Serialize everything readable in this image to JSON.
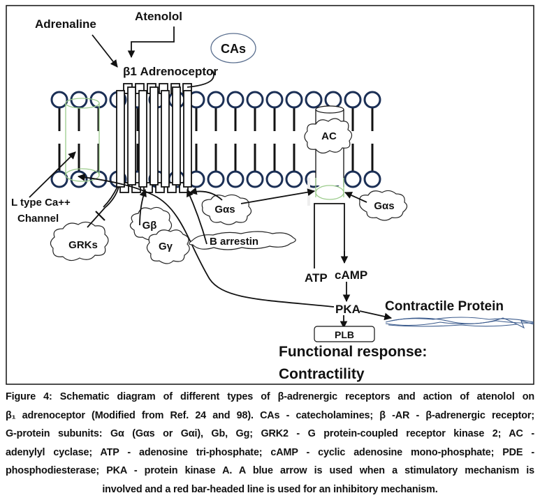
{
  "figure": {
    "labels": {
      "adrenaline": "Adrenaline",
      "atenolol": "Atenolol",
      "cas": "CAs",
      "beta1_adrenoceptor": "β1 Adrenoceptor",
      "ac": "AC",
      "l_type_line1": "L type Ca++",
      "l_type_line2": "Channel",
      "gas_left": "Gαs",
      "gas_right": "Gαs",
      "gbeta": "Gβ",
      "ggamma": "Gγ",
      "grks": "GRKs",
      "b_arrestin": "B arrestin",
      "atp": "ATP",
      "camp": "cAMP",
      "pka": "PKA",
      "plb": "PLB",
      "contractile_protein": "Contractile Protein",
      "functional_line1": "Functional response:",
      "functional_line2": "Contractility"
    },
    "colors": {
      "lipid_head": "#1b2f55",
      "channel_outline": "#9ccc8c",
      "protein_fiber": "#3a5a8c",
      "ink": "#111111"
    }
  },
  "caption": {
    "lines": [
      "Figure 4: Schematic diagram of different types of β-adrenergic receptors and action of atenolol on",
      "β₁ adrenoceptor (Modified from Ref. 24 and 98). CAs - catecholamines; β -AR - β-adrenergic receptor;",
      "G-protein subunits: Gα (Gαs or Gαi), Gb, Gg; GRK2 - G protein-coupled receptor kinase 2; AC -",
      "adenylyl cyclase; ATP - adenosine tri-phosphate; cAMP - cyclic adenosine mono-phosphate; PDE -",
      "phosphodiesterase; PKA - protein kinase A. A blue arrow is used when a stimulatory mechanism is",
      "involved and a red bar-headed line is used for an inhibitory mechanism."
    ]
  }
}
